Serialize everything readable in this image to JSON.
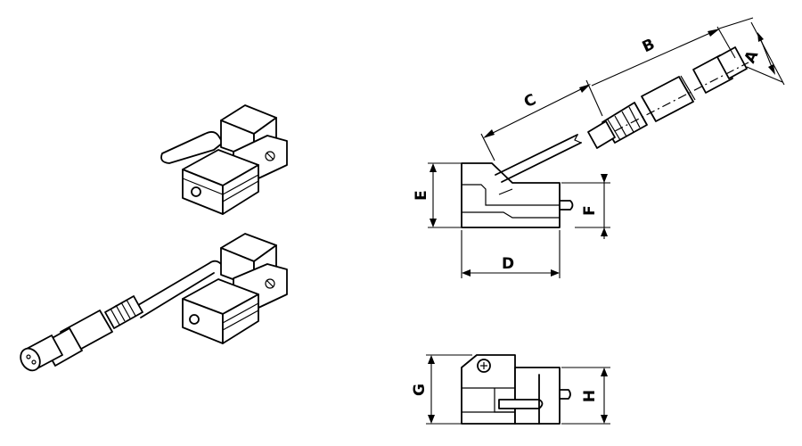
{
  "dimensions": {
    "A": "A",
    "B": "B",
    "C": "C",
    "D": "D",
    "E": "E",
    "F": "F",
    "G": "G",
    "H": "H"
  }
}
